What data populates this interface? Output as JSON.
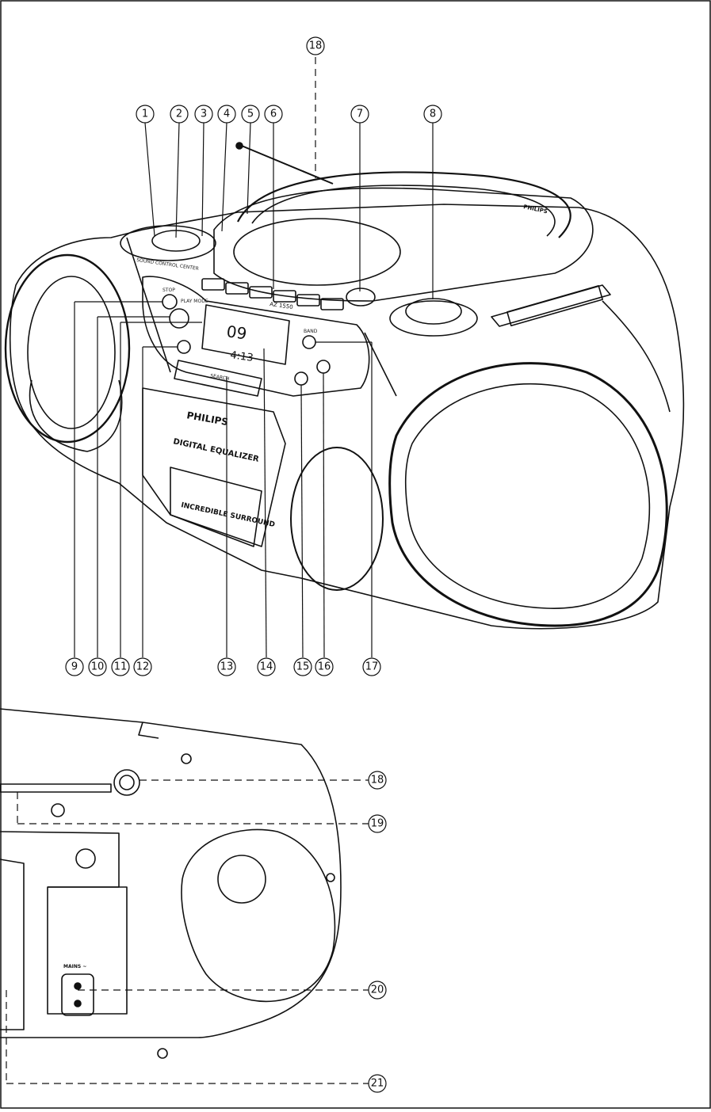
{
  "callouts": {
    "n1": "1",
    "n2": "2",
    "n3": "3",
    "n4": "4",
    "n5": "5",
    "n6": "6",
    "n7": "7",
    "n8": "8",
    "n9": "9",
    "n10": "10",
    "n11": "11",
    "n12": "12",
    "n13": "13",
    "n14": "14",
    "n15": "15",
    "n16": "16",
    "n17": "17",
    "n18_top": "18",
    "n18_bottom": "18",
    "n19": "19",
    "n20": "20",
    "n21": "21"
  },
  "device_print": {
    "brand_top": "PHILIPS",
    "brand_front": "PHILIPS",
    "digital_equalizer": "DIGITAL EQUALIZER",
    "incredible_surround": "INCREDIBLE SURROUND",
    "sound_control_center": "SOUND CONTROL CENTER",
    "model": "AZ 1550",
    "lcd_track": "09",
    "lcd_time": "4:13",
    "mains": "MAINS ~",
    "search": "SEARCH",
    "stop": "STOP",
    "play_mode": "PLAY MODE",
    "band": "BAND"
  }
}
